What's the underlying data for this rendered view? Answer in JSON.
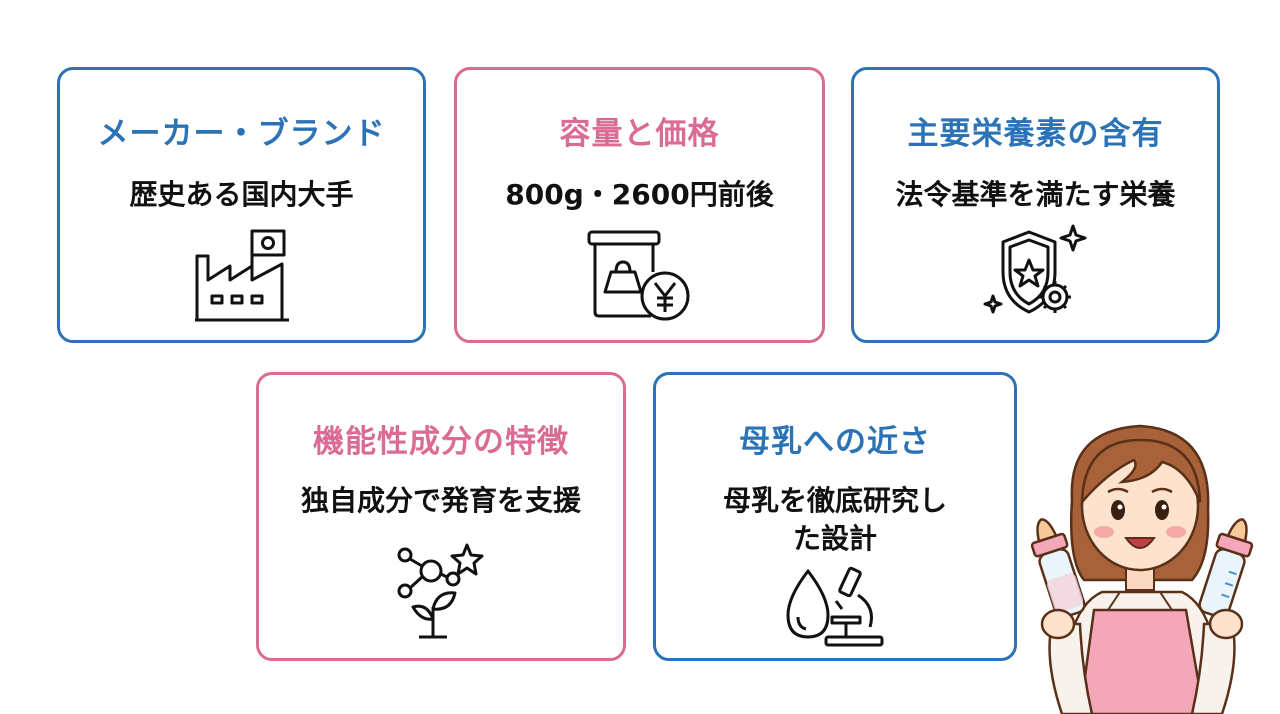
{
  "colors": {
    "blue": "#2b73b6",
    "pink": "#d96b94"
  },
  "cards": [
    {
      "title": "メーカー・ブランド",
      "desc": "歴史ある国内大手",
      "icon": "factory-icon"
    },
    {
      "title": "容量と価格",
      "desc": "800g・2600円前後",
      "icon": "formula-can-yen-icon"
    },
    {
      "title": "主要栄養素の含有",
      "desc": "法令基準を満たす栄養",
      "icon": "shield-star-gear-icon"
    },
    {
      "title": "機能性成分の特徴",
      "desc": "独自成分で発育を支援",
      "icon": "molecule-sprout-star-icon"
    },
    {
      "title": "母乳への近さ",
      "desc_line1": "母乳を徹底研究し",
      "desc_line2": "た設計",
      "icon": "drop-microscope-icon"
    }
  ],
  "illustration": "mother-holding-baby-bottles"
}
